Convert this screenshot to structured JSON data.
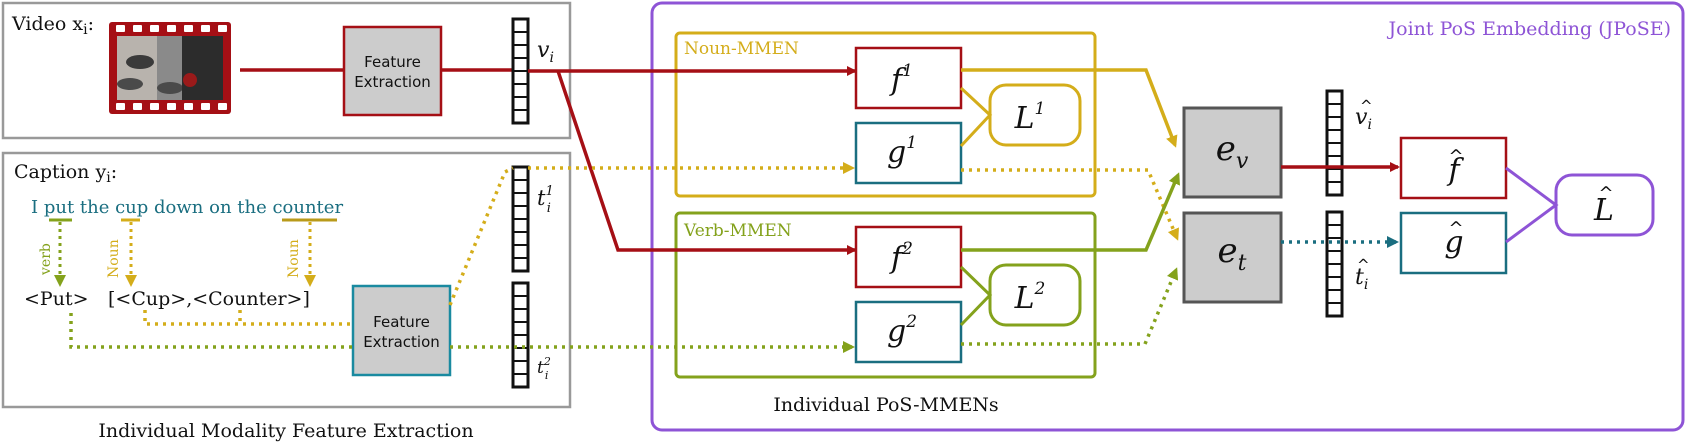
{
  "colors": {
    "red": "#a50f15",
    "gold": "#d4ad1a",
    "green": "#84a21c",
    "teal": "#1a6e80",
    "purple": "#8e54d6",
    "gray_box": "#cccccc",
    "gray_border": "#999999",
    "dark_gray": "#555555",
    "caption_blue": "#1a6e80"
  },
  "video_panel": {
    "label": "Video x",
    "label_sub": "i",
    "label_colon": ":",
    "feature_box": [
      "Feature",
      "Extraction"
    ],
    "vi_base": "v",
    "vi_sub": "i",
    "film_icon": "film-strip-icon"
  },
  "caption_panel": {
    "label": "Caption y",
    "label_sub": "i",
    "label_colon": ":",
    "sentence": "I put the cup down on the counter",
    "tag_verb": "verb",
    "tag_noun1": "Noun",
    "tag_noun2": "Noun",
    "verb_token": "<Put>",
    "noun_tokens": "[<Cup>,<Counter>]",
    "feature_box": [
      "Feature",
      "Extraction"
    ],
    "t1_base": "t",
    "t1_sup": "1",
    "t1_sub": "i",
    "t2_base": "t",
    "t2_sup": "2",
    "t2_sub": "i"
  },
  "left_caption": "Individual Modality Feature Extraction",
  "jpose": {
    "title": "Joint PoS Embedding (JPoSE)",
    "noun_mmen": "Noun-MMEN",
    "verb_mmen": "Verb-MMEN",
    "pos_caption": "Individual PoS-MMENs",
    "f1_base": "f",
    "f1_sup": "1",
    "g1_base": "g",
    "g1_sup": "1",
    "L1_base": "L",
    "L1_sup": "1",
    "f2_base": "f",
    "f2_sup": "2",
    "g2_base": "g",
    "g2_sup": "2",
    "L2_base": "L",
    "L2_sup": "2",
    "ev_base": "e",
    "ev_sub": "v",
    "et_base": "e",
    "et_sub": "t",
    "vhat_base": "v",
    "vhat_hat": "^",
    "vhat_sub": "i",
    "that_base": "t",
    "that_hat": "^",
    "that_sub": "i",
    "fhat_base": "f",
    "fhat_hat": "^",
    "ghat_base": "g",
    "ghat_hat": "^",
    "Lhat_base": "L",
    "Lhat_hat": "^"
  }
}
